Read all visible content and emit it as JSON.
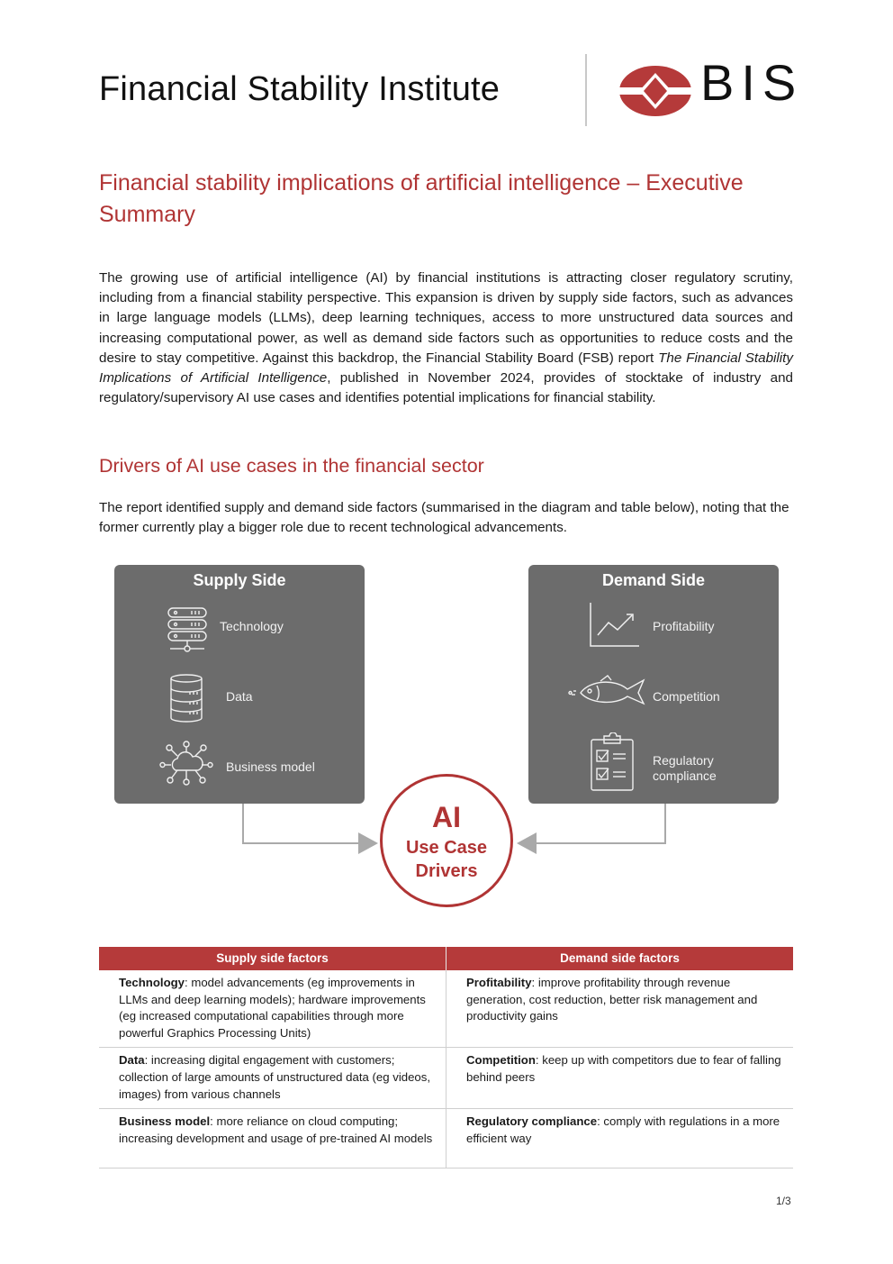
{
  "header": {
    "institute_name": "Financial Stability Institute",
    "logo_text": "BIS",
    "logo_color": "#b53a3a"
  },
  "document": {
    "title": "Financial stability implications of artificial intelligence – Executive Summary",
    "intro": {
      "before_italic": "The growing use of artificial intelligence (AI) by financial institutions is attracting closer regulatory scrutiny, including from a financial stability perspective. This expansion is driven by supply side factors, such as advances in large language models (LLMs), deep learning techniques, access to more unstructured data sources and increasing computational power, as well as demand side factors such as opportunities to reduce costs and the desire to stay competitive. Against this backdrop, the Financial Stability Board (FSB) report ",
      "italic": "The Financial Stability Implications of Artificial Intelligence",
      "after_italic": ", published in November 2024, provides of stocktake of industry and regulatory/supervisory AI use cases and identifies potential implications for financial stability."
    },
    "section_heading": "Drivers of AI use cases in the financial sector",
    "section_paragraph": "The report identified supply and demand side factors (summarised in the diagram and table below), noting that the former currently play a bigger role due to recent technological advancements."
  },
  "diagram": {
    "supply": {
      "title": "Supply Side",
      "items": [
        {
          "label": "Technology",
          "icon": "server-rack-icon"
        },
        {
          "label": "Data",
          "icon": "database-icon"
        },
        {
          "label": "Business model",
          "icon": "cloud-network-icon"
        }
      ]
    },
    "demand": {
      "title": "Demand Side",
      "items": [
        {
          "label": "Profitability",
          "icon": "growth-chart-icon"
        },
        {
          "label": "Competition",
          "icon": "fish-icon"
        },
        {
          "label": "Regulatory",
          "label2": "compliance",
          "icon": "checklist-clipboard-icon"
        }
      ]
    },
    "center": {
      "line1": "AI",
      "line2": "Use Case",
      "line3": "Drivers"
    },
    "box_color": "#6c6c6c",
    "accent_color": "#b03434"
  },
  "table": {
    "headers": [
      "Supply side factors",
      "Demand side factors"
    ],
    "rows": [
      {
        "supply": {
          "term": "Technology",
          "text": ": model advancements (eg improvements in LLMs and deep learning models); hardware improvements (eg increased computational capabilities through more powerful Graphics Processing Units)"
        },
        "demand": {
          "term": "Profitability",
          "text": ": improve profitability through revenue generation, cost reduction, better risk management and productivity gains"
        }
      },
      {
        "supply": {
          "term": "Data",
          "text": ": increasing digital engagement with customers; collection of large amounts of unstructured data (eg videos, images) from various channels"
        },
        "demand": {
          "term": "Competition",
          "text": ": keep up with competitors due to fear of falling behind peers"
        }
      },
      {
        "supply": {
          "term": "Business model",
          "text": ": more reliance on cloud computing; increasing development and usage of pre-trained AI models"
        },
        "demand": {
          "term": "Regulatory compliance",
          "text": ": comply with regulations in a more efficient way"
        }
      }
    ]
  },
  "footer": {
    "page_number": "1/3"
  }
}
